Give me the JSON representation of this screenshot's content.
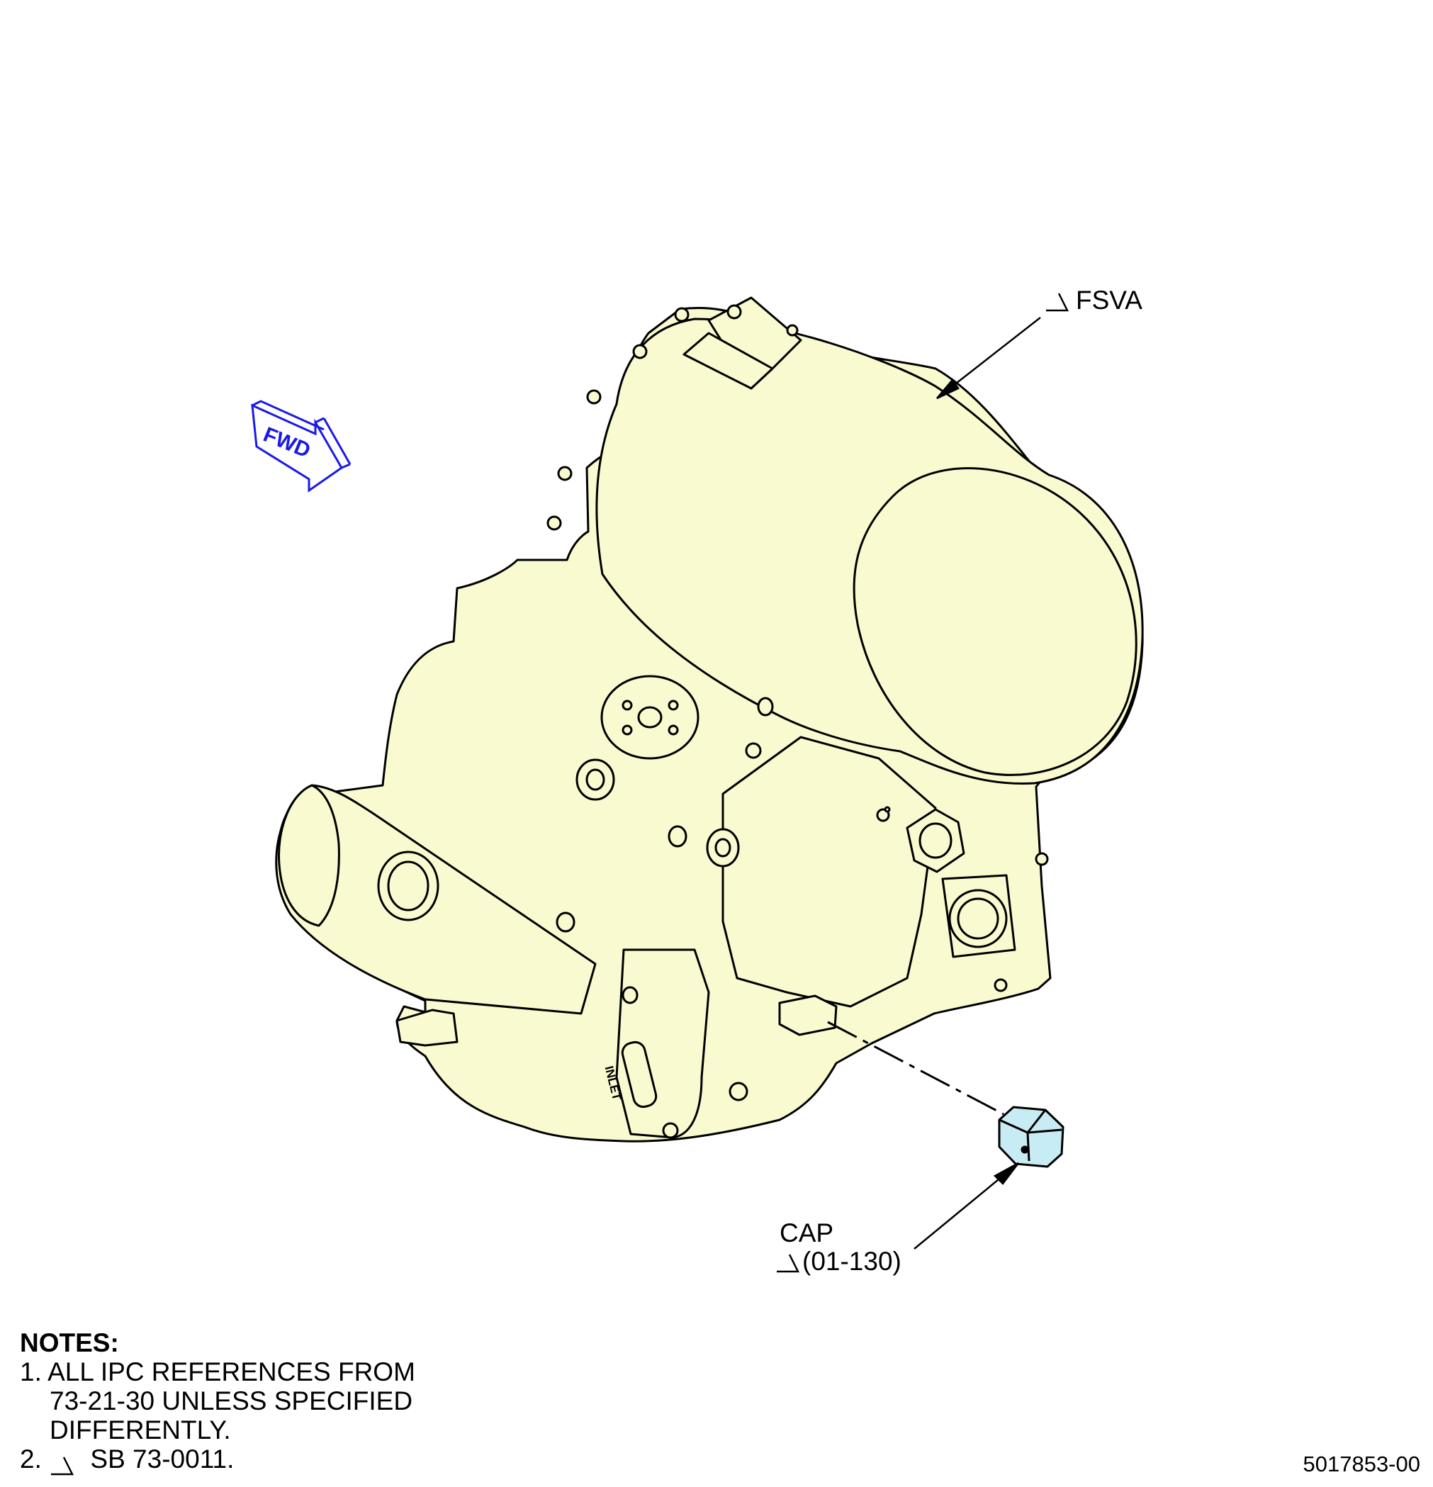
{
  "fwd_label": "FWD",
  "inlet_label": "INLET",
  "callouts": {
    "fsva": "FSVA",
    "cap_name": "CAP",
    "cap_ref": "(01-130)"
  },
  "notes": {
    "title": "NOTES:",
    "item1_num": "1.",
    "item1_line1": "ALL IPC REFERENCES FROM",
    "item1_line2": "73-21-30 UNLESS SPECIFIED",
    "item1_line3": "DIFFERENTLY.",
    "item2_num": "2.",
    "item2_text": "SB 73-0011."
  },
  "figure_number": "5017853-00",
  "colors": {
    "component_fill": "#fafad0",
    "cap_fill": "#c8ecf4",
    "fwd_arrow": "#1a1ae6",
    "line": "#000000"
  }
}
